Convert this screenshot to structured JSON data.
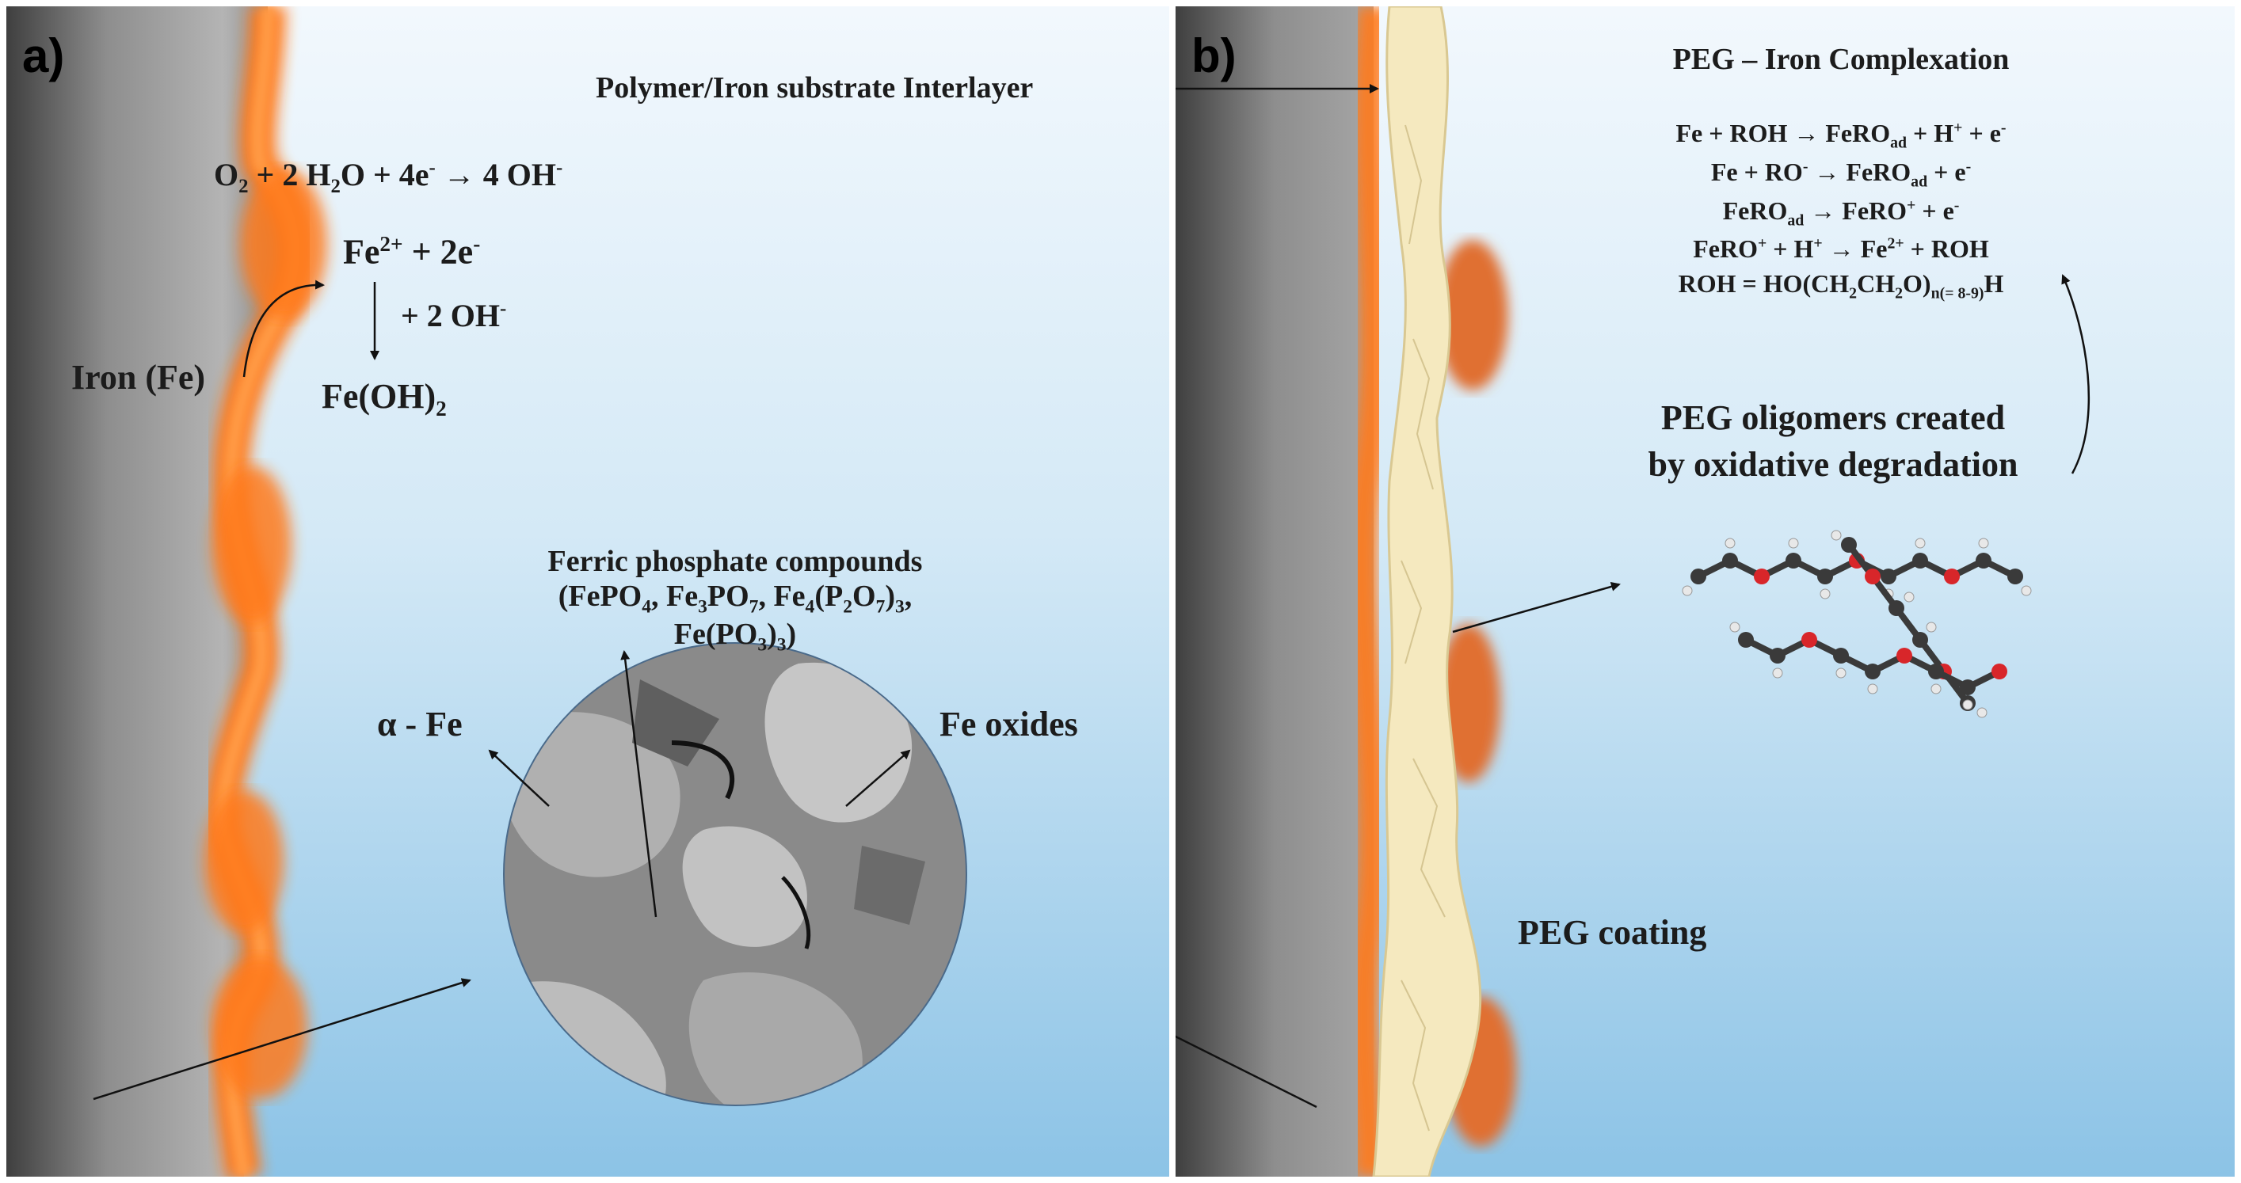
{
  "panel_a": {
    "label": "a)",
    "reaction_o2": {
      "p1": "O",
      "p1_sub": "2",
      "p2": " + 2 H",
      "p2_sub": "2",
      "p3": "O + 4e",
      "p3_sup": "-",
      "p4": " → 4 OH",
      "p4_sup": "-"
    },
    "reaction_fe": {
      "p1": "Fe",
      "p1_sup": "2+",
      "p2": " + 2e",
      "p2_sup": "-"
    },
    "plus_oh": {
      "p1": "+ 2 OH",
      "p1_sup": "-"
    },
    "product": {
      "p1": "Fe(OH)",
      "p1_sub": "2"
    },
    "iron_label": "Iron (Fe)",
    "alpha_fe": "α - Fe",
    "fe_oxides": "Fe oxides",
    "ferric": {
      "line1": "Ferric phosphate compounds",
      "line2": {
        "a": "(FePO",
        "a_sub": "4",
        "b": ", Fe",
        "b_sub": "3",
        "c": "PO",
        "c_sub": "7",
        "d": ", Fe",
        "d_sub": "4",
        "e": "(P",
        "e_sub": "2",
        "f": "O",
        "f_sub": "7",
        "g": ")",
        "g_sub": "3",
        "h": ","
      },
      "line3": {
        "a": "Fe(PO",
        "a_sub": "3",
        "b": ")",
        "b_sub": "3",
        "c": ")"
      }
    }
  },
  "panel_b": {
    "label": "b)",
    "interlayer": "Polymer/Iron  substrate  Interlayer",
    "complex_title": "PEG – Iron  Complexation",
    "eq1": {
      "a": "Fe + ROH → FeRO",
      "a_sub": "ad",
      "b": " + H",
      "b_sup": "+",
      "c": " + e",
      "c_sup": "-"
    },
    "eq2": {
      "a": "Fe + RO",
      "a_sup": "-",
      "b": " → FeRO",
      "b_sub": "ad",
      "c": " + e",
      "c_sup": "-"
    },
    "eq3": {
      "a": "FeRO",
      "a_sub": "ad",
      "b": " → FeRO",
      "b_sup": "+",
      "c": " + e",
      "c_sup": "-"
    },
    "eq4": {
      "a": "FeRO",
      "a_sup": "+",
      "b": " + H",
      "b_sup": "+",
      "c": " → Fe",
      "c_sup": "2+",
      "d": " + ROH"
    },
    "eq5": {
      "a": "ROH = HO(CH",
      "a_sub": "2",
      "b": "CH",
      "b_sub": "2",
      "c": "O)",
      "c_sub": "n(= 8-9)",
      "d": "H"
    },
    "oligomers_line1": "PEG oligomers created",
    "oligomers_line2": "by oxidative degradation",
    "coating": "PEG coating"
  },
  "colors": {
    "sky_top": "#eef6fc",
    "sky_bottom": "#93c9e8",
    "iron_dark": "#4a4a4a",
    "iron_light": "#a8a8a8",
    "rust": "#ff7a1a",
    "peg": "#f5e9bf",
    "carbon": "#3a3a3a",
    "oxygen": "#d8262a",
    "hydrogen": "#e8e8e8"
  }
}
